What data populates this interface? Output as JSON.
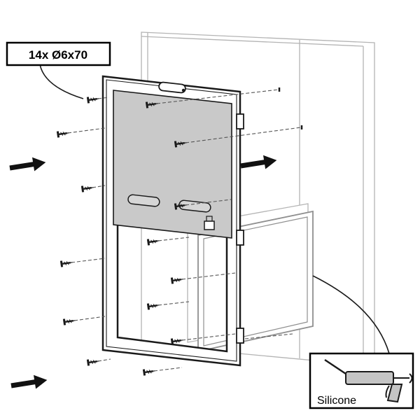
{
  "diagram": {
    "type": "assembly-instruction",
    "subject": "inspection-hatch-frame-wall-mounting",
    "labels": {
      "screw_callout": "14x Ø6x70",
      "silicone_callout": "Silicone"
    },
    "counts": {
      "screws": 14,
      "assembly_arrows": 3
    },
    "colors": {
      "outline": "#1a1a1a",
      "wall_line": "#b4b4b4",
      "panel_fill": "#c9c9c9",
      "loose_panel_line": "#8f8f8f",
      "background": "#ffffff"
    }
  }
}
